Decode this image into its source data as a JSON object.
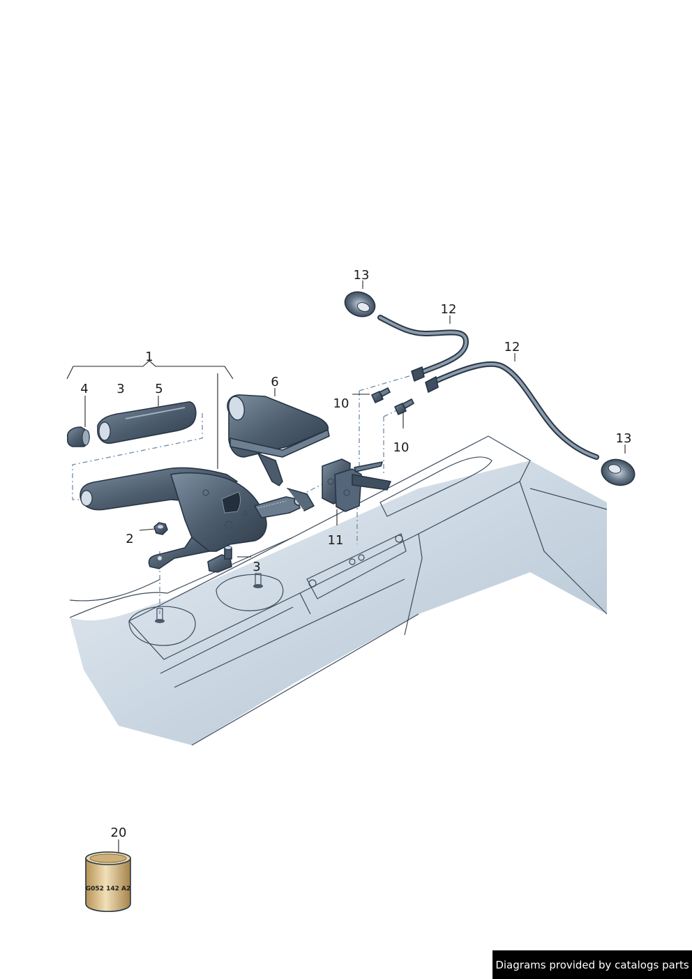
{
  "callouts": {
    "c1": "1",
    "c2": "2",
    "c3a": "3",
    "c3b": "3",
    "c4": "4",
    "c5": "5",
    "c6": "6",
    "c10a": "10",
    "c10b": "10",
    "c11": "11",
    "c12a": "12",
    "c12b": "12",
    "c13a": "13",
    "c13b": "13",
    "c20": "20"
  },
  "can_label": "G052 142 A2",
  "watermark": "Diagrams provided by catalogs parts",
  "colors": {
    "body": "#c4d2de",
    "body_dark": "#a7b8c8",
    "part": "#3f4f60",
    "part_light": "#6a7d90",
    "cable": "#4a5a6b",
    "can": "#c9a86a"
  }
}
